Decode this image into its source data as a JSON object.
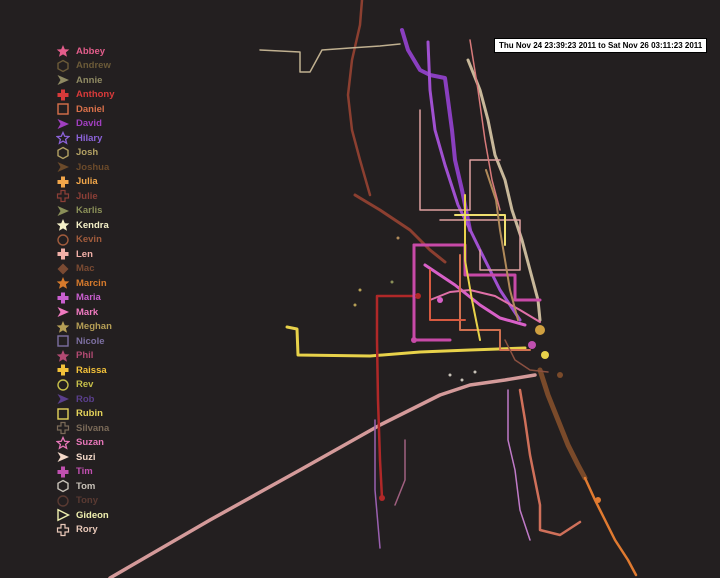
{
  "time_range": "Thu Nov 24 23:39:23 2011 to Sat Nov 26 03:11:23 2011",
  "people": [
    {
      "name": "Abbey",
      "color": "#e35d8b",
      "icon": "star-icon"
    },
    {
      "name": "Andrew",
      "color": "#6b5a38",
      "icon": "hexagon-icon"
    },
    {
      "name": "Annie",
      "color": "#8f8a63",
      "icon": "arrowhead-icon"
    },
    {
      "name": "Anthony",
      "color": "#d83a3a",
      "icon": "cross-icon"
    },
    {
      "name": "Daniel",
      "color": "#d9704a",
      "icon": "square-icon"
    },
    {
      "name": "David",
      "color": "#a13fc0",
      "icon": "arrowhead-icon"
    },
    {
      "name": "Hilary",
      "color": "#8b62d8",
      "icon": "star-outline-icon"
    },
    {
      "name": "Josh",
      "color": "#b2a063",
      "icon": "hexagon-icon"
    },
    {
      "name": "Joshua",
      "color": "#6b4a2a",
      "icon": "arrowhead-icon"
    },
    {
      "name": "Julia",
      "color": "#f1a64a",
      "icon": "cross-icon"
    },
    {
      "name": "Julie",
      "color": "#8c3f37",
      "icon": "cross-outline-icon"
    },
    {
      "name": "Karlis",
      "color": "#8a8f58",
      "icon": "arrowhead-icon"
    },
    {
      "name": "Kendra",
      "color": "#f5f0c8",
      "icon": "star-icon"
    },
    {
      "name": "Kevin",
      "color": "#a05b3c",
      "icon": "circle-outline-icon"
    },
    {
      "name": "Len",
      "color": "#f2b0a8",
      "icon": "cross-icon"
    },
    {
      "name": "Mac",
      "color": "#7a4a32",
      "icon": "diamond-icon"
    },
    {
      "name": "Marcin",
      "color": "#d67a2c",
      "icon": "star-icon"
    },
    {
      "name": "Maria",
      "color": "#c95fcf",
      "icon": "cross-icon"
    },
    {
      "name": "Mark",
      "color": "#f07ac0",
      "icon": "arrowhead-icon"
    },
    {
      "name": "Meghan",
      "color": "#b59e55",
      "icon": "star-icon"
    },
    {
      "name": "Nicole",
      "color": "#7c6fa0",
      "icon": "square-icon"
    },
    {
      "name": "Phil",
      "color": "#b24a72",
      "icon": "star-icon"
    },
    {
      "name": "Raissa",
      "color": "#f2c13a",
      "icon": "cross-icon"
    },
    {
      "name": "Rev",
      "color": "#c6bf4a",
      "icon": "circle-outline-icon"
    },
    {
      "name": "Rob",
      "color": "#5a3f8c",
      "icon": "arrowhead-icon"
    },
    {
      "name": "Rubin",
      "color": "#e4d35a",
      "icon": "square-icon"
    },
    {
      "name": "Silvana",
      "color": "#7a6a58",
      "icon": "cross-outline-icon"
    },
    {
      "name": "Suzan",
      "color": "#e676b8",
      "icon": "star-outline-icon"
    },
    {
      "name": "Suzi",
      "color": "#f3d8c8",
      "icon": "arrowhead-icon"
    },
    {
      "name": "Tim",
      "color": "#c050b0",
      "icon": "cross-icon"
    },
    {
      "name": "Tom",
      "color": "#c8c2b8",
      "icon": "hexagon-icon"
    },
    {
      "name": "Tony",
      "color": "#5a3a32",
      "icon": "circle-outline-icon"
    },
    {
      "name": "Gideon",
      "color": "#f0f0b0",
      "icon": "triangle-outline-icon"
    },
    {
      "name": "Rory",
      "color": "#e8c8b8",
      "icon": "cross-outline-icon"
    }
  ]
}
